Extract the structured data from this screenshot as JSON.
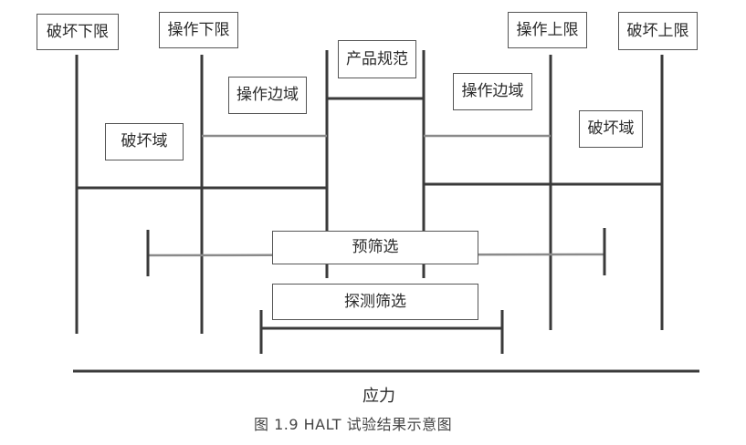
{
  "labels": {
    "destruct_lower": "破坏下限",
    "operate_lower": "操作下限",
    "spec": "产品规范",
    "operate_upper": "操作上限",
    "destruct_upper": "破坏上限",
    "operate_margin_left": "操作边域",
    "operate_margin_right": "操作边域",
    "destruct_margin_left": "破坏域",
    "destruct_margin_right": "破坏域",
    "precipitation_screen": "预筛选",
    "detection_screen": "探测筛选"
  },
  "axis": {
    "label": "应力"
  },
  "caption": "图 1.9   HALT 试验结果示意图",
  "colors": {
    "dark_line": "#3a3a3a",
    "gray_line": "#8a8a8a",
    "box_border": "#555555"
  }
}
